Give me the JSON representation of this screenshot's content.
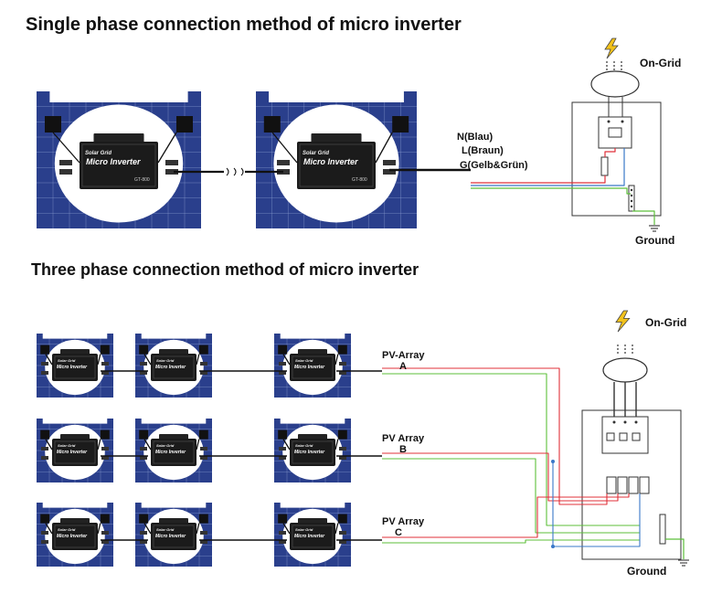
{
  "titles": {
    "single_phase": "Single phase connection method of micro inverter",
    "three_phase": "Three phase connection method of   micro inverter"
  },
  "inverter": {
    "brand": "Solar Grid",
    "name": "Micro Inverter",
    "model": "GT-800"
  },
  "single_phase": {
    "wire_labels": [
      "N(Blau)",
      "L(Braun)",
      "G(Gelb&Grün)"
    ],
    "grid_label": "On-Grid",
    "ground_label": "Ground"
  },
  "three_phase": {
    "arrays": [
      {
        "line1": "PV-Array",
        "line2": "A"
      },
      {
        "line1": "PV Array",
        "line2": "B"
      },
      {
        "line1": "PV Array",
        "line2": "C"
      }
    ],
    "grid_label": "On-Grid",
    "ground_label": "Ground"
  },
  "colors": {
    "panel": "#2a3f8c",
    "panel_cell": "#253a86",
    "panel_line": "#8fa2d4",
    "inverter_body": "#1b1b1b",
    "wire_red": "#e0303a",
    "wire_blue": "#3a78c8",
    "wire_green": "#5cbf3a",
    "bolt": "#f2c21b"
  }
}
